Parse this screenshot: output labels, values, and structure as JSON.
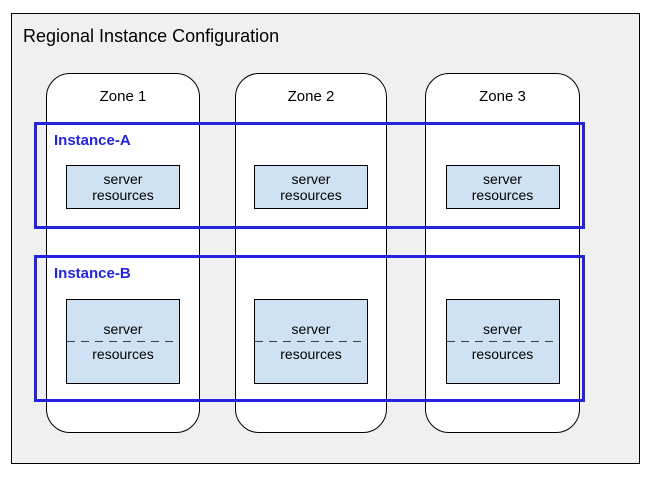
{
  "title": "Regional Instance Configuration",
  "zones": [
    {
      "label": "Zone 1"
    },
    {
      "label": "Zone 2"
    },
    {
      "label": "Zone 3"
    }
  ],
  "instances": [
    {
      "label": "Instance-A",
      "resources_split": false
    },
    {
      "label": "Instance-B",
      "resources_split": true
    }
  ],
  "server_box": {
    "line1": "server",
    "line2": "resources"
  },
  "colors": {
    "instance_accent": "#2424dd",
    "server_box_fill": "#cfe2f3",
    "panel_background": "#f0f0f0",
    "zone_background": "#ffffff",
    "outline": "#000000"
  }
}
